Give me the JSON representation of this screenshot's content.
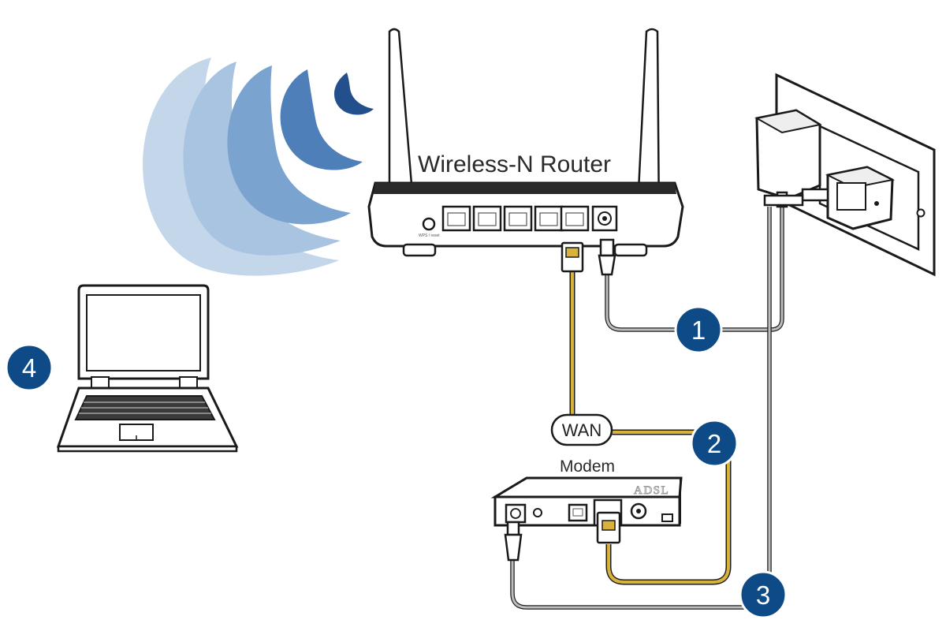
{
  "router": {
    "title": "Wireless-N Router"
  },
  "modem": {
    "title": "Modem",
    "brand_mark": "ADSL"
  },
  "wan_label": "WAN",
  "steps": [
    {
      "number": "1",
      "connects": "router power adapter"
    },
    {
      "number": "2",
      "connects": "router WAN port to modem"
    },
    {
      "number": "3",
      "connects": "modem power adapter"
    },
    {
      "number": "4",
      "connects": "wireless laptop"
    }
  ],
  "colors": {
    "badge_blue": "#0d4a86",
    "ethernet_cable": "#d8b23a",
    "power_cable": "#9e9e9e",
    "wifi_waves": [
      "#c3d6ea",
      "#a9c4e1",
      "#7ba3cf",
      "#4f7fb8",
      "#234f8c"
    ],
    "line_art": "#1a1a1a"
  },
  "icons": [
    "wifi-waves-icon",
    "router-icon",
    "modem-icon",
    "laptop-icon",
    "wall-outlet-icon",
    "power-adapter-icon"
  ]
}
